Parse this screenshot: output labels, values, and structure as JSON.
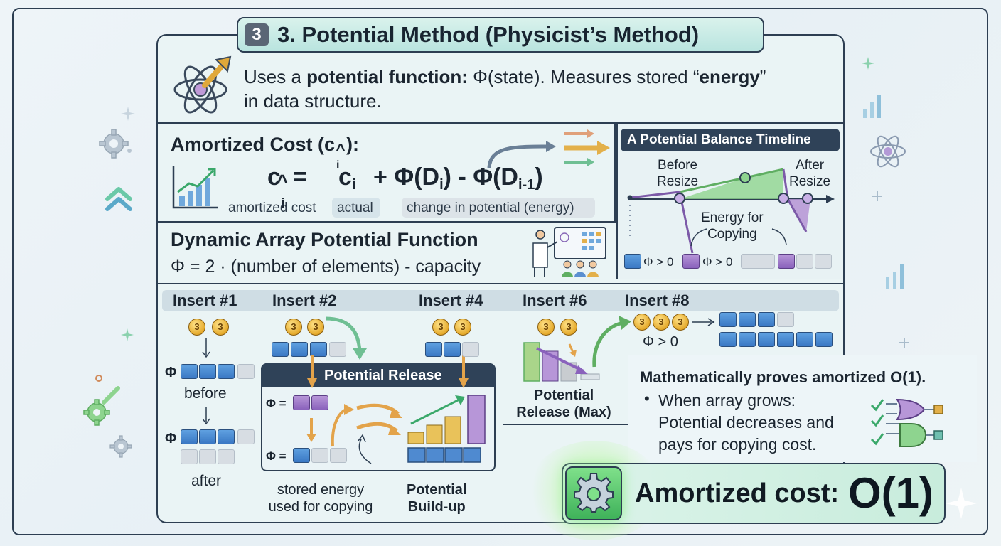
{
  "header": {
    "badge": "3",
    "title": "3. Potential Method (Physicist’s Method)"
  },
  "intro": {
    "line1_a": "Uses a ",
    "line1_b": "potential function:",
    "line1_c": " Φ(state). Measures stored “",
    "line1_d": "energy",
    "line1_e": "”",
    "line2": "in data structure."
  },
  "amortized": {
    "heading": "Amortized Cost (c",
    "heading_sub": "i",
    "heading_hat": "^",
    "heading_tail": "):",
    "eq_lhs": "c",
    "eq_lhs_sub": "i",
    "eq_lhs_hat": "^",
    "eq_equals": "=",
    "eq_ci": "c",
    "eq_ci_sub": "i",
    "eq_plus": "+ Φ(D",
    "eq_di_sub": "i",
    "eq_close": ")",
    "eq_minus": "- Φ(D",
    "eq_di1_sub": "i-1",
    "eq_close2": ")",
    "label_amortized": "amortized cost",
    "label_actual": "actual",
    "label_change": "change in potential (energy)"
  },
  "timeline": {
    "title": "A Potential Balance Timeline",
    "before": [
      "Before",
      "Resize"
    ],
    "after": [
      "After",
      "Resize"
    ],
    "energy": [
      "Energy for",
      "Copying"
    ],
    "phi1": "Φ > 0",
    "phi2": "Φ > 0"
  },
  "dynamic": {
    "title": "Dynamic Array Potential Function",
    "formula": "Φ = 2 · (number of elements) - capacity"
  },
  "inserts": {
    "labels": [
      "Insert #1",
      "Insert #2",
      "Insert #4",
      "Insert #6",
      "Insert #8"
    ],
    "coin": "3",
    "phi": "Φ",
    "before": "before",
    "after": "after",
    "release_title": "Potential Release",
    "phi_eq": "Φ =",
    "stored": [
      "stored energy",
      "used for copying"
    ],
    "buildup": [
      "Potential",
      "Build-up"
    ],
    "release_max": [
      "Potential",
      "Release (Max)"
    ],
    "phi_gt": "Φ > 0"
  },
  "proof": {
    "title": "Mathematically proves amortized O(1).",
    "bullet": "•",
    "lines": [
      "When array grows:",
      "Potential decreases and",
      "pays for copying cost."
    ]
  },
  "result": {
    "label": "Amortized cost: ",
    "value": "O(1)"
  },
  "icons": [
    "atom-icon",
    "chart-icon",
    "gear-icon",
    "chevron-up-icon",
    "teacher-icon",
    "checkmark-icon",
    "logic-gate-icon",
    "sparkle-icon",
    "plus-icon"
  ],
  "colors": {
    "navy": "#2d3e52",
    "blue": "#3a78c4",
    "purple": "#8a62bc",
    "green": "#5cb85c",
    "gold": "#e5aa2c",
    "panel": "#eaf4f5"
  }
}
